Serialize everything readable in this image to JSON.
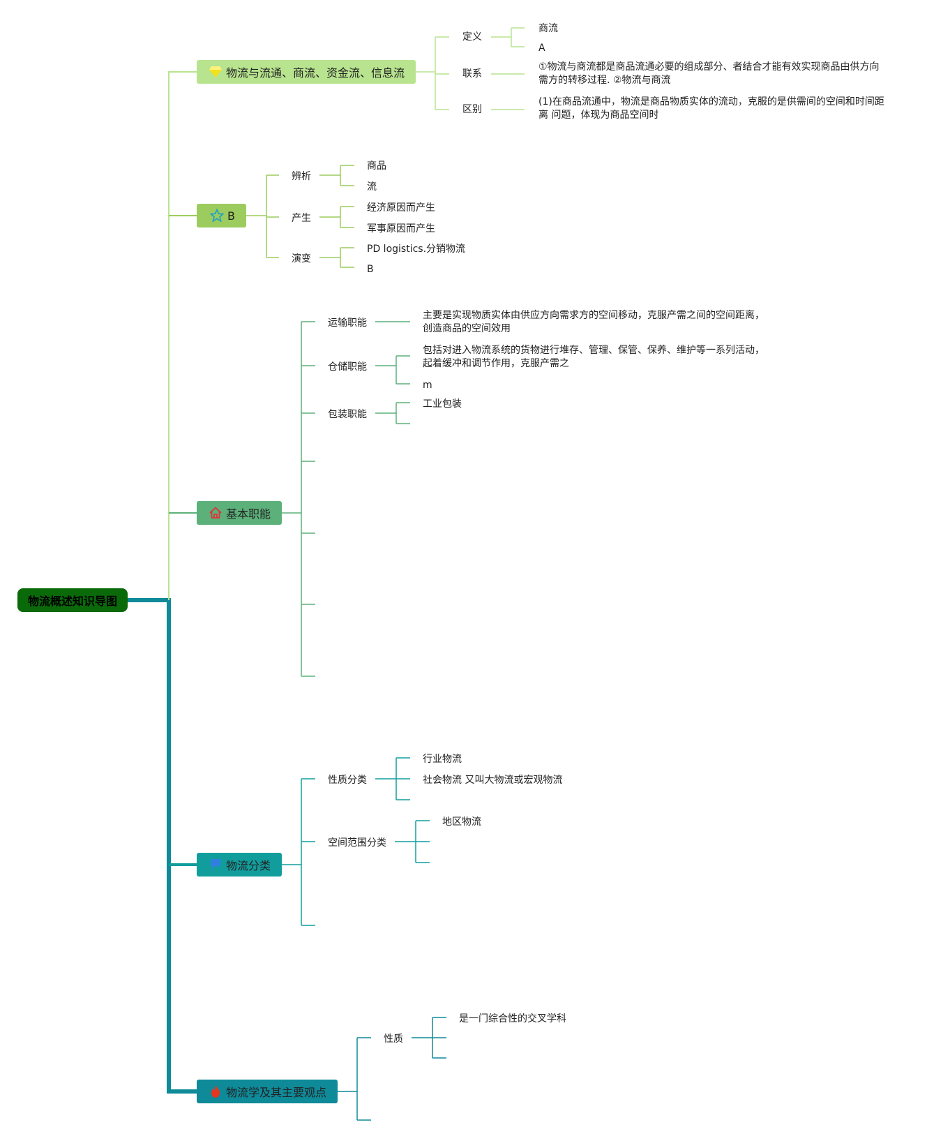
{
  "root": {
    "label": "物流概述知识导图"
  },
  "colors": {
    "root_bg": "#0a6a0a",
    "branch1": "#b8e48f",
    "branch2": "#9ccc5e",
    "branch3": "#5cb07a",
    "branch4": "#129d9d",
    "branch5": "#0e8a99",
    "trunk": "#0e8a99"
  },
  "branches": [
    {
      "label": "物流与流通、商流、资金流、信息流",
      "icon": "gem-icon",
      "children": [
        {
          "label": "定义",
          "leaves": [
            "商流",
            "A"
          ]
        },
        {
          "label": "联系",
          "leaves": [
            "①物流与商流都是商品流通必要的组成部分、者结合才能有效实现商品由供方向需方的转移过程. ②物流与商流"
          ]
        },
        {
          "label": "区别",
          "leaves": [
            "(1)在商品流通中，物流是商品物质实体的流动，克服的是供需间的空间和时间距离 问题，体现为商品空间时"
          ]
        }
      ]
    },
    {
      "label": "B",
      "icon": "star-icon",
      "children": [
        {
          "label": "辨析",
          "leaves": [
            "商品",
            "流"
          ]
        },
        {
          "label": "产生",
          "leaves": [
            "经济原因而产生",
            "军事原因而产生"
          ]
        },
        {
          "label": "演变",
          "leaves": [
            "PD logistics.分销物流",
            "B"
          ]
        }
      ]
    },
    {
      "label": "基本职能",
      "icon": "home-icon",
      "children": [
        {
          "label": "运输职能",
          "leaves": [
            "主要是实现物质实体由供应方向需求方的空间移动，克服产需之间的空间距离，创造商品的空间效用"
          ]
        },
        {
          "label": "仓储职能",
          "leaves": [
            "包括对进入物流系统的货物进行堆存、管理、保管、保养、维护等一系列活动，起着缓冲和调节作用，克服产需之",
            "m"
          ]
        },
        {
          "label": "包装职能",
          "leaves": [
            "工业包装",
            ""
          ]
        },
        {
          "label": "",
          "leaves": []
        },
        {
          "label": "",
          "leaves": []
        },
        {
          "label": "",
          "leaves": []
        },
        {
          "label": "",
          "leaves": []
        }
      ]
    },
    {
      "label": "物流分类",
      "icon": "flag-icon",
      "children": [
        {
          "label": "性质分类",
          "leaves": [
            "行业物流",
            "社会物流 又叫大物流或宏观物流",
            ""
          ]
        },
        {
          "label": "空间范围分类",
          "leaves": [
            "地区物流",
            "",
            ""
          ]
        },
        {
          "label": "",
          "leaves": []
        }
      ]
    },
    {
      "label": "物流学及其主要观点",
      "icon": "fire-icon",
      "children": [
        {
          "label": "性质",
          "leaves": [
            "是一门综合性的交叉学科",
            "",
            ""
          ]
        },
        {
          "label": "",
          "leaves": []
        }
      ]
    }
  ]
}
